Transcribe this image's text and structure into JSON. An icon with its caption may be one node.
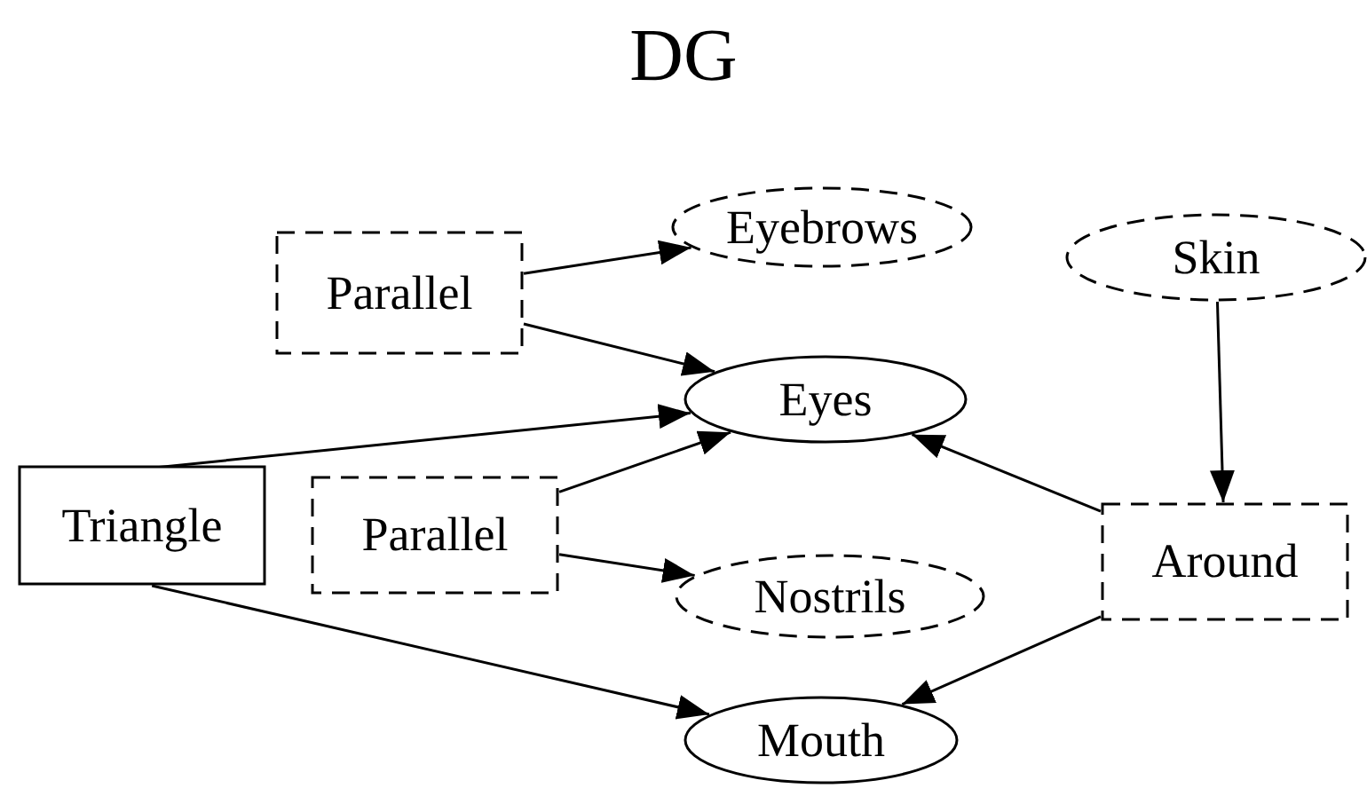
{
  "diagram": {
    "title": "DG",
    "nodes": [
      {
        "text": [
          "Parallel"
        ]
      },
      {
        "text": [
          "Eyebrows"
        ]
      },
      {
        "text": [
          "Skin"
        ]
      },
      {
        "text": [
          "Eyes"
        ]
      },
      {
        "text": [
          "Triangle"
        ]
      },
      {
        "text": [
          "Parallel"
        ]
      },
      {
        "text": [
          "Around"
        ]
      },
      {
        "text": [
          "Nostrils"
        ]
      },
      {
        "text": [
          "Mouth"
        ]
      }
    ],
    "edges": [
      {
        "from": 0,
        "to": 1,
        "arrow": "to"
      },
      {
        "from": 0,
        "to": 3,
        "arrow": "to"
      },
      {
        "from": 4,
        "to": 3,
        "arrow": "to"
      },
      {
        "from": 5,
        "to": 3,
        "arrow": "to"
      },
      {
        "from": 5,
        "to": 7,
        "arrow": "to"
      },
      {
        "from": 4,
        "to": 8,
        "arrow": "to"
      },
      {
        "from": 2,
        "to": 6,
        "arrow": "to"
      },
      {
        "from": 6,
        "to": 3,
        "arrow": "to"
      },
      {
        "from": 6,
        "to": 8,
        "arrow": "to"
      }
    ]
  }
}
